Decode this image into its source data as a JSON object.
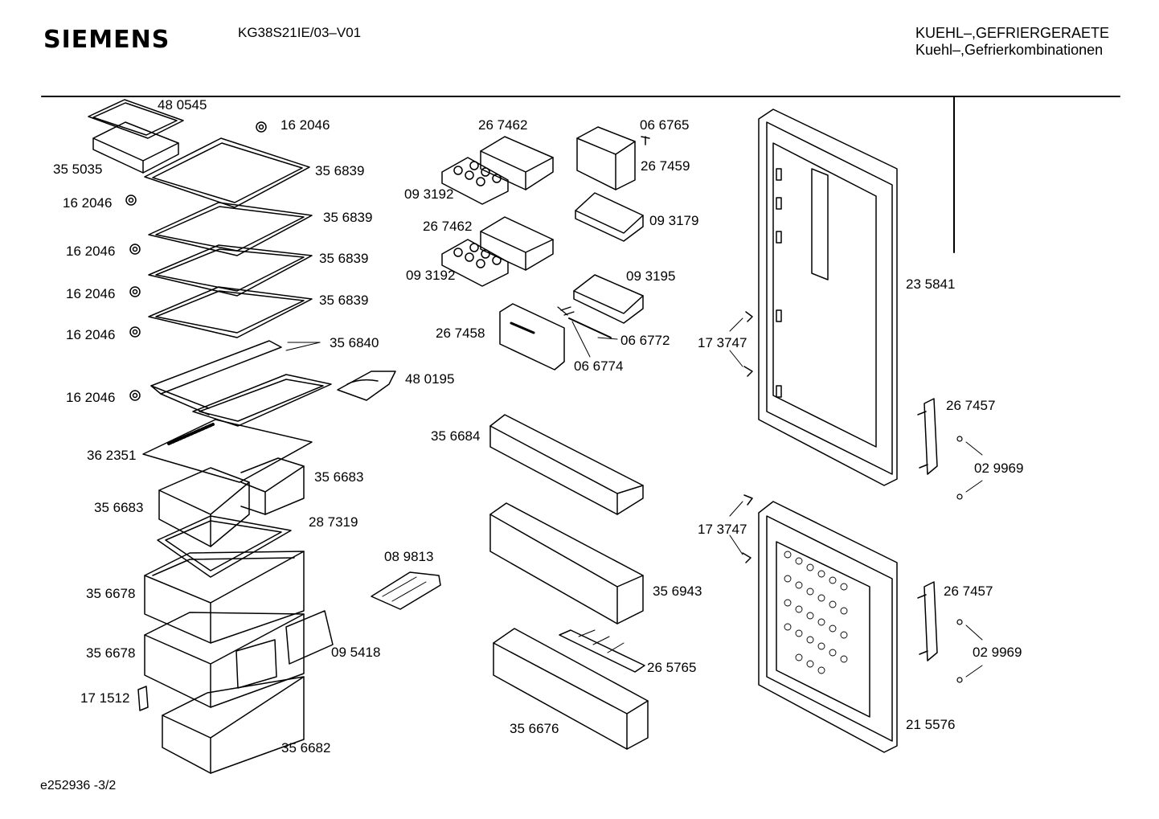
{
  "header": {
    "brand": "SIEMENS",
    "model": "KG38S21IE/03–V01",
    "category_line1": "KUEHL–,GEFRIERGERAETE",
    "category_line2": "Kuehl–,Gefrierkombinationen"
  },
  "footer": {
    "doc_id": "e252936   -3/2"
  },
  "labels": [
    "48 0545",
    "16 2046",
    "35 5035",
    "35 6839",
    "16 2046",
    "35 6839",
    "16 2046",
    "35 6839",
    "16 2046",
    "35 6839",
    "16 2046",
    "35 6840",
    "48 0195",
    "16 2046",
    "36 2351",
    "35 6683",
    "35 6683",
    "28 7319",
    "35 6678",
    "08 9813",
    "35 6678",
    "09 5418",
    "17 1512",
    "35 6682",
    "26 7462",
    "09 3192",
    "26 7462",
    "09 3192",
    "26 7458",
    "06 6765",
    "26 7459",
    "09 3179",
    "09 3195",
    "06 6772",
    "06 6774",
    "35 6684",
    "35 6943",
    "26 5765",
    "35 6676",
    "23 5841",
    "17 3747",
    "26 7457",
    "02 9969",
    "17 3747",
    "26 7457",
    "02 9969",
    "21 5576"
  ]
}
